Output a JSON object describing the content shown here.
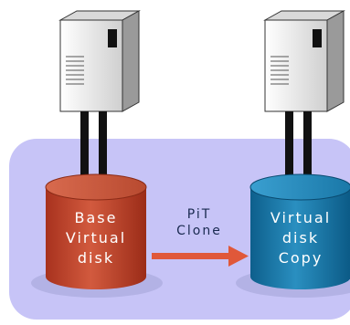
{
  "colors": {
    "panel": "#c7c4f7",
    "base_disk": "#c5472d",
    "copy_disk": "#1a7fb0",
    "arrow": "#e0583a",
    "server_body": "#ebebeb",
    "cable": "#111111"
  },
  "base_disk": {
    "lines": [
      "Base",
      "Virtual",
      "disk"
    ]
  },
  "copy_disk": {
    "lines": [
      "Virtual",
      "disk",
      "Copy"
    ]
  },
  "operation": {
    "lines": [
      "PiT",
      "Clone"
    ]
  }
}
